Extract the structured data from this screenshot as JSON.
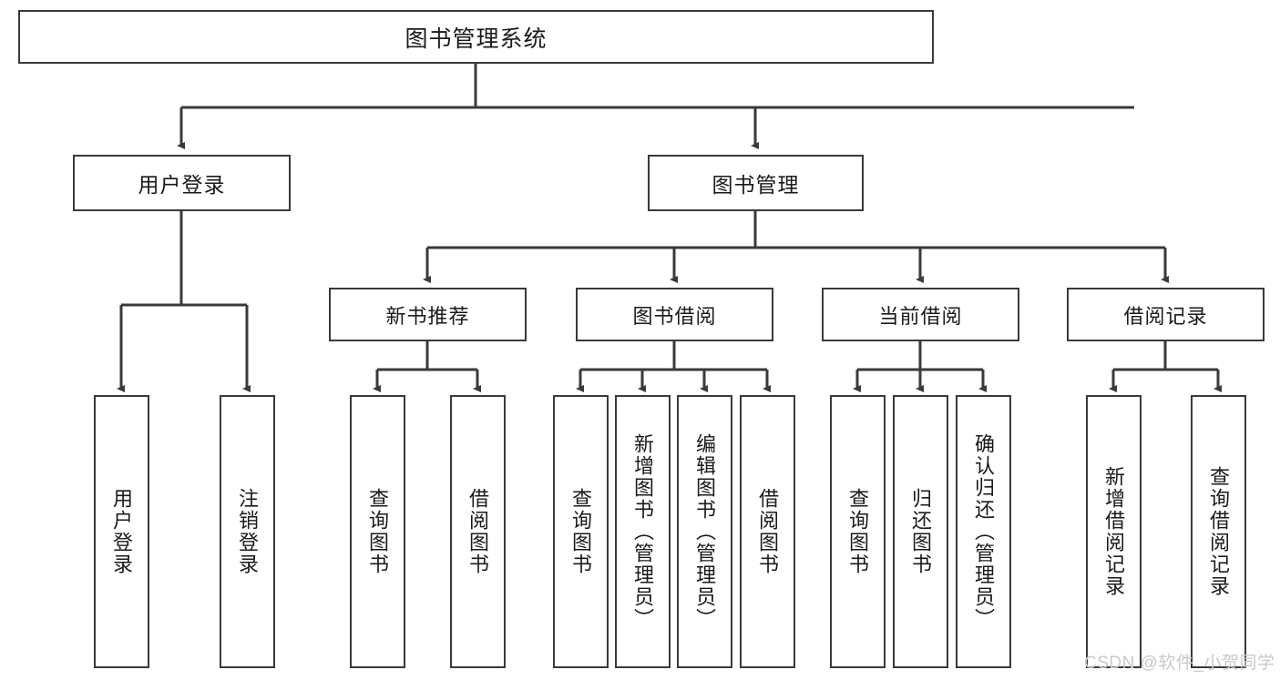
{
  "diagram": {
    "title": "图书管理系统",
    "type": "tree-hierarchy",
    "root": {
      "label": "图书管理系统"
    },
    "level1": [
      {
        "label": "用户登录"
      },
      {
        "label": "图书管理"
      }
    ],
    "level2": [
      {
        "label": "新书推荐"
      },
      {
        "label": "图书借阅"
      },
      {
        "label": "当前借阅"
      },
      {
        "label": "借阅记录"
      }
    ],
    "leaves": {
      "user_login": [
        {
          "label": "用户登录"
        },
        {
          "label": "注销登录"
        }
      ],
      "new_book_recommend": [
        {
          "label": "查询图书"
        },
        {
          "label": "借阅图书"
        }
      ],
      "book_borrow": [
        {
          "label": "查询图书"
        },
        {
          "label": "新增图书（管理员）"
        },
        {
          "label": "编辑图书（管理员）"
        },
        {
          "label": "借阅图书"
        }
      ],
      "current_borrow": [
        {
          "label": "查询图书"
        },
        {
          "label": "归还图书"
        },
        {
          "label": "确认归还（管理员）"
        }
      ],
      "borrow_record": [
        {
          "label": "新增借阅记录"
        },
        {
          "label": "查询借阅记录"
        }
      ]
    }
  },
  "watermark": {
    "text": "CSDN @软件_小贺同学"
  },
  "colors": {
    "stroke": "#3a3a3a",
    "text": "#1a1a1a",
    "background": "#ffffff",
    "watermark": "#c9c9c9"
  }
}
